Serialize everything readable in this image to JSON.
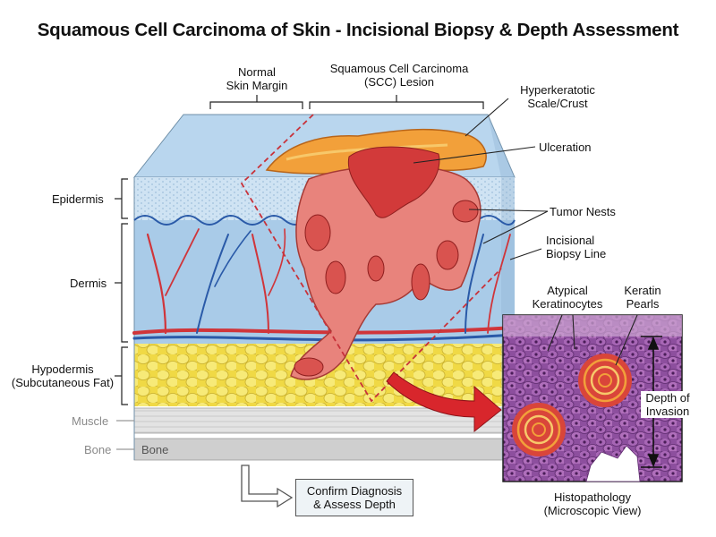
{
  "title": "Squamous Cell Carcinoma of Skin - Incisional Biopsy & Depth Assessment",
  "top_labels": {
    "normal_margin": [
      "Normal",
      "Skin Margin"
    ],
    "scc_lesion": [
      "Squamous Cell Carcinoma",
      "(SCC) Lesion"
    ]
  },
  "left_labels": {
    "epidermis": "Epidermis",
    "dermis": "Dermis",
    "hypodermis": "Hypodermis",
    "hypodermis_sub": "(Subcutaneous Fat)",
    "muscle": "Muscle",
    "bone": "Bone"
  },
  "bone_layer_label": "Bone",
  "right_labels": {
    "hyperkeratotic": [
      "Hyperkeratotic",
      "Scale/Crust"
    ],
    "ulceration": "Ulceration",
    "tumor_nests": "Tumor Nests",
    "biopsy_line": [
      "Incisional",
      "Biopsy Line"
    ]
  },
  "inset_labels": {
    "atypical": [
      "Atypical",
      "Keratinocytes"
    ],
    "keratin": [
      "Keratin",
      "Pearls"
    ],
    "depth": [
      "Depth of",
      "Invasion"
    ],
    "histo": [
      "Histopathology",
      "(Microscopic View)"
    ]
  },
  "caption_box": [
    "Confirm Diagnosis",
    "& Assess Depth"
  ],
  "colors": {
    "epidermis": "#cfe3f3",
    "dermis": "#a9cbe8",
    "fat": "#f3e25a",
    "muscle": "#dedede",
    "bone": "#cfcfcf",
    "tumor": "#e8837c",
    "crust": "#f2a03a",
    "histo": "#8a4e9c"
  }
}
